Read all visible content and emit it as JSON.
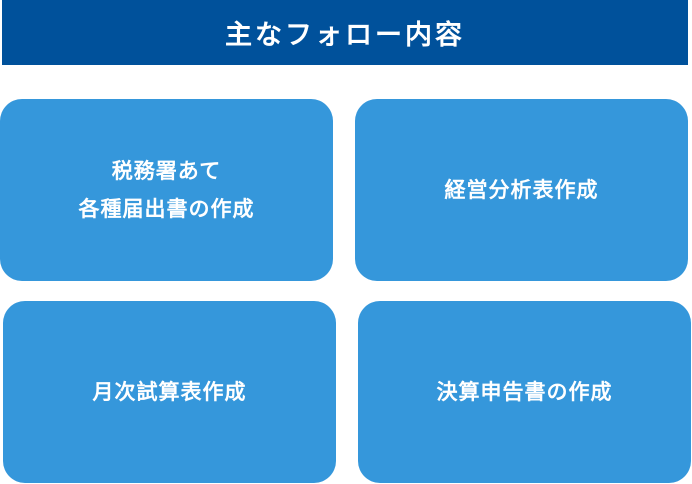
{
  "header": {
    "title": "主なフォロー内容"
  },
  "cards": [
    {
      "lines": [
        "税務署あて",
        "各種届出書の作成"
      ]
    },
    {
      "lines": [
        "経営分析表作成"
      ]
    },
    {
      "lines": [
        "月次試算表作成"
      ]
    },
    {
      "lines": [
        "決算申告書の作成"
      ]
    }
  ],
  "colors": {
    "header_bg": "#00519b",
    "card_bg": "#3597db",
    "text": "#ffffff"
  }
}
